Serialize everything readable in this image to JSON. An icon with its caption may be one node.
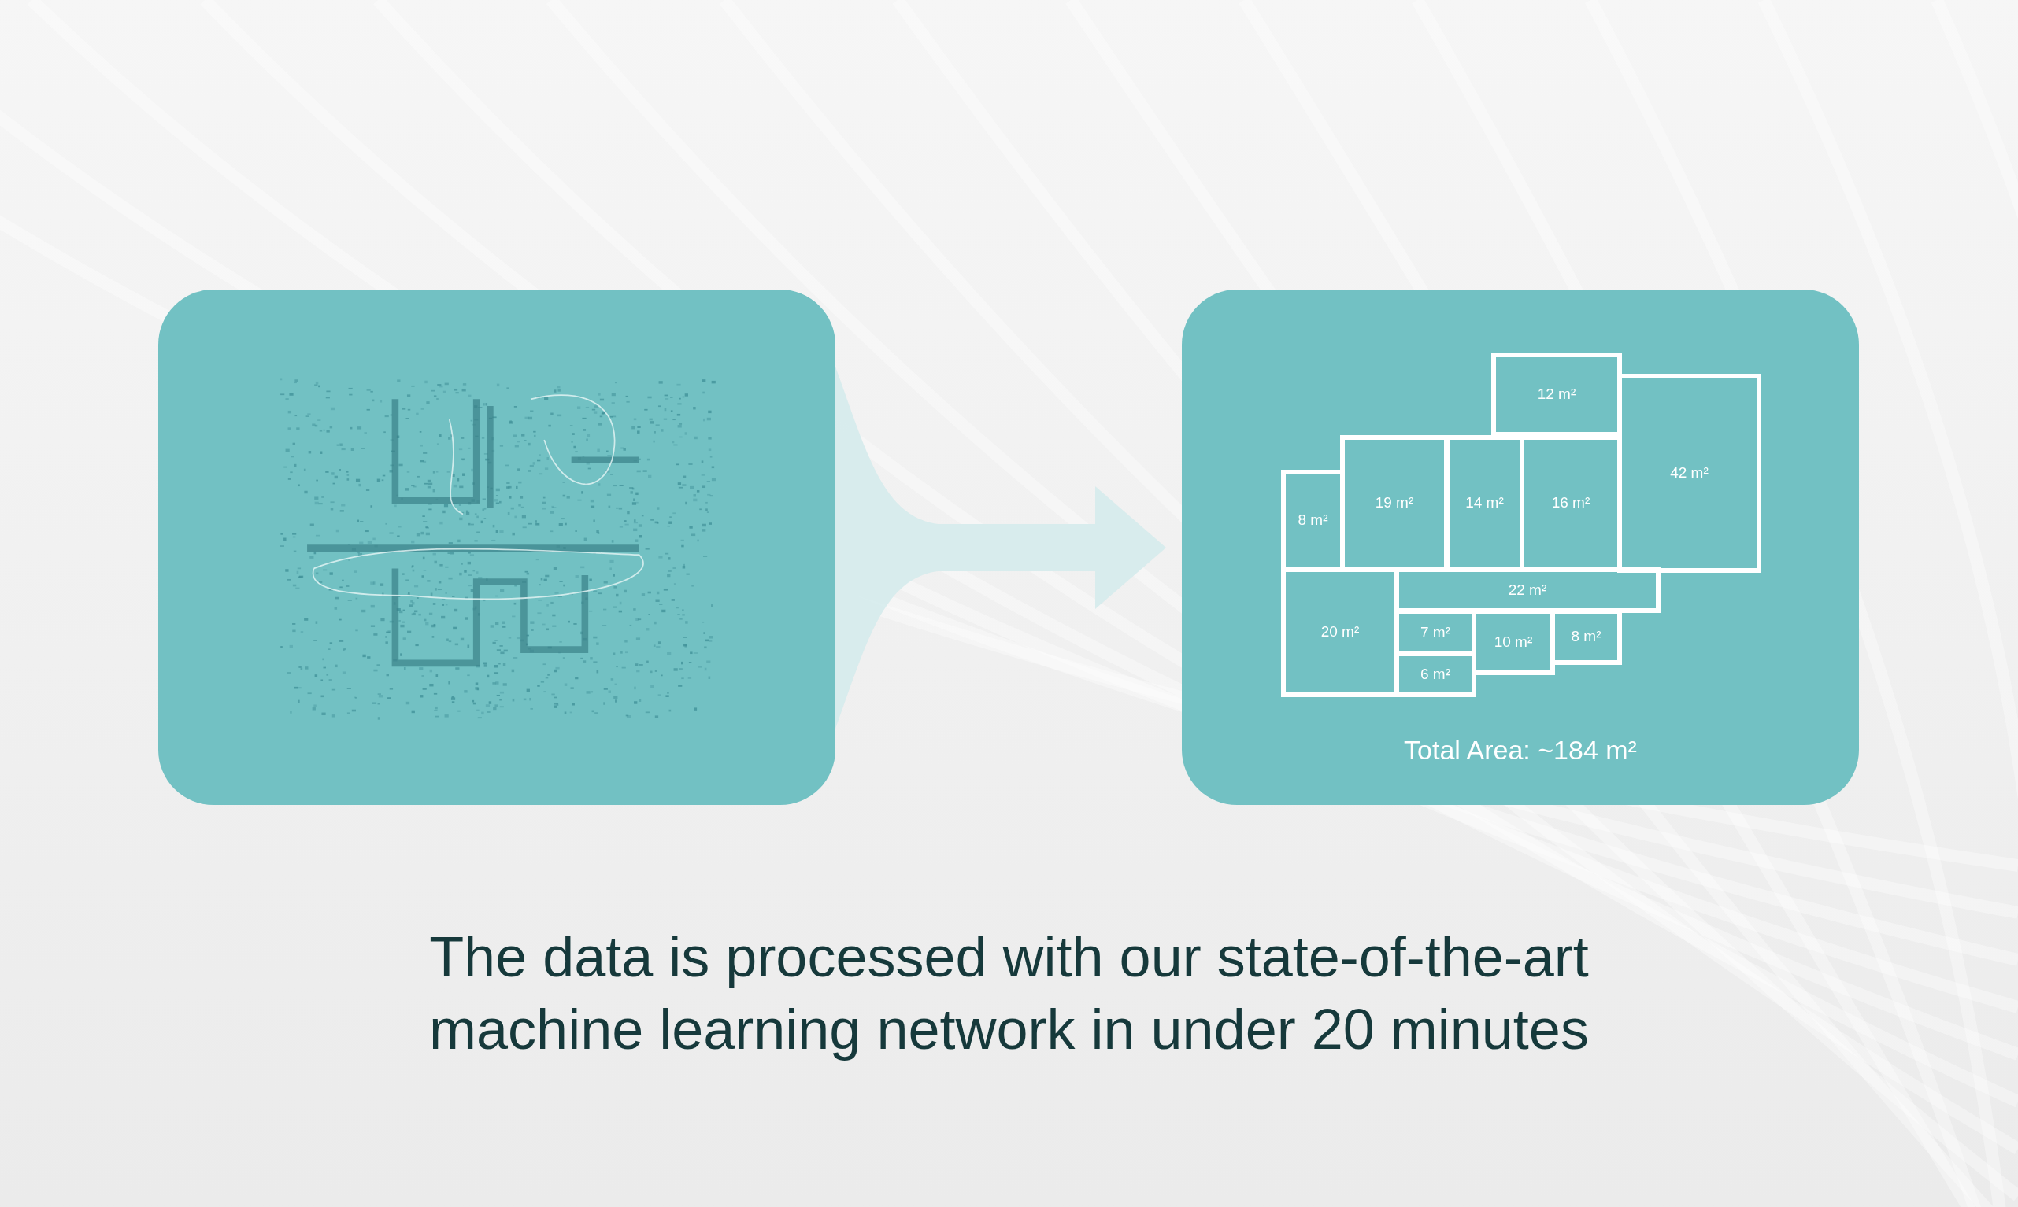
{
  "diagram": {
    "caption": "The data is processed with our state-of-the-art machine learning network in under 20 minutes",
    "nodes": [
      {
        "text": [],
        "shape": "picture"
      },
      {
        "text": [
          "Total Area: ~184 m²"
        ]
      },
      {
        "text": [
          "12 m²"
        ],
        "in": 1
      },
      {
        "text": [
          "8 m²"
        ],
        "in": 1
      },
      {
        "text": [
          "19 m²"
        ],
        "in": 1
      },
      {
        "text": [
          "14 m²"
        ],
        "in": 1
      },
      {
        "text": [
          "16 m²"
        ],
        "in": 1
      },
      {
        "text": [
          "42 m²"
        ],
        "in": 1
      },
      {
        "text": [
          "22 m²"
        ],
        "in": 1
      },
      {
        "text": [
          "20 m²"
        ],
        "in": 1
      },
      {
        "text": [
          "7 m²"
        ],
        "in": 1
      },
      {
        "text": [
          "10 m²"
        ],
        "in": 1
      },
      {
        "text": [
          "8 m²"
        ],
        "in": 1
      },
      {
        "text": [
          "6 m²"
        ],
        "in": 1
      }
    ],
    "edges": [
      {
        "from": 0,
        "to": 1,
        "arrow": "to"
      }
    ]
  }
}
